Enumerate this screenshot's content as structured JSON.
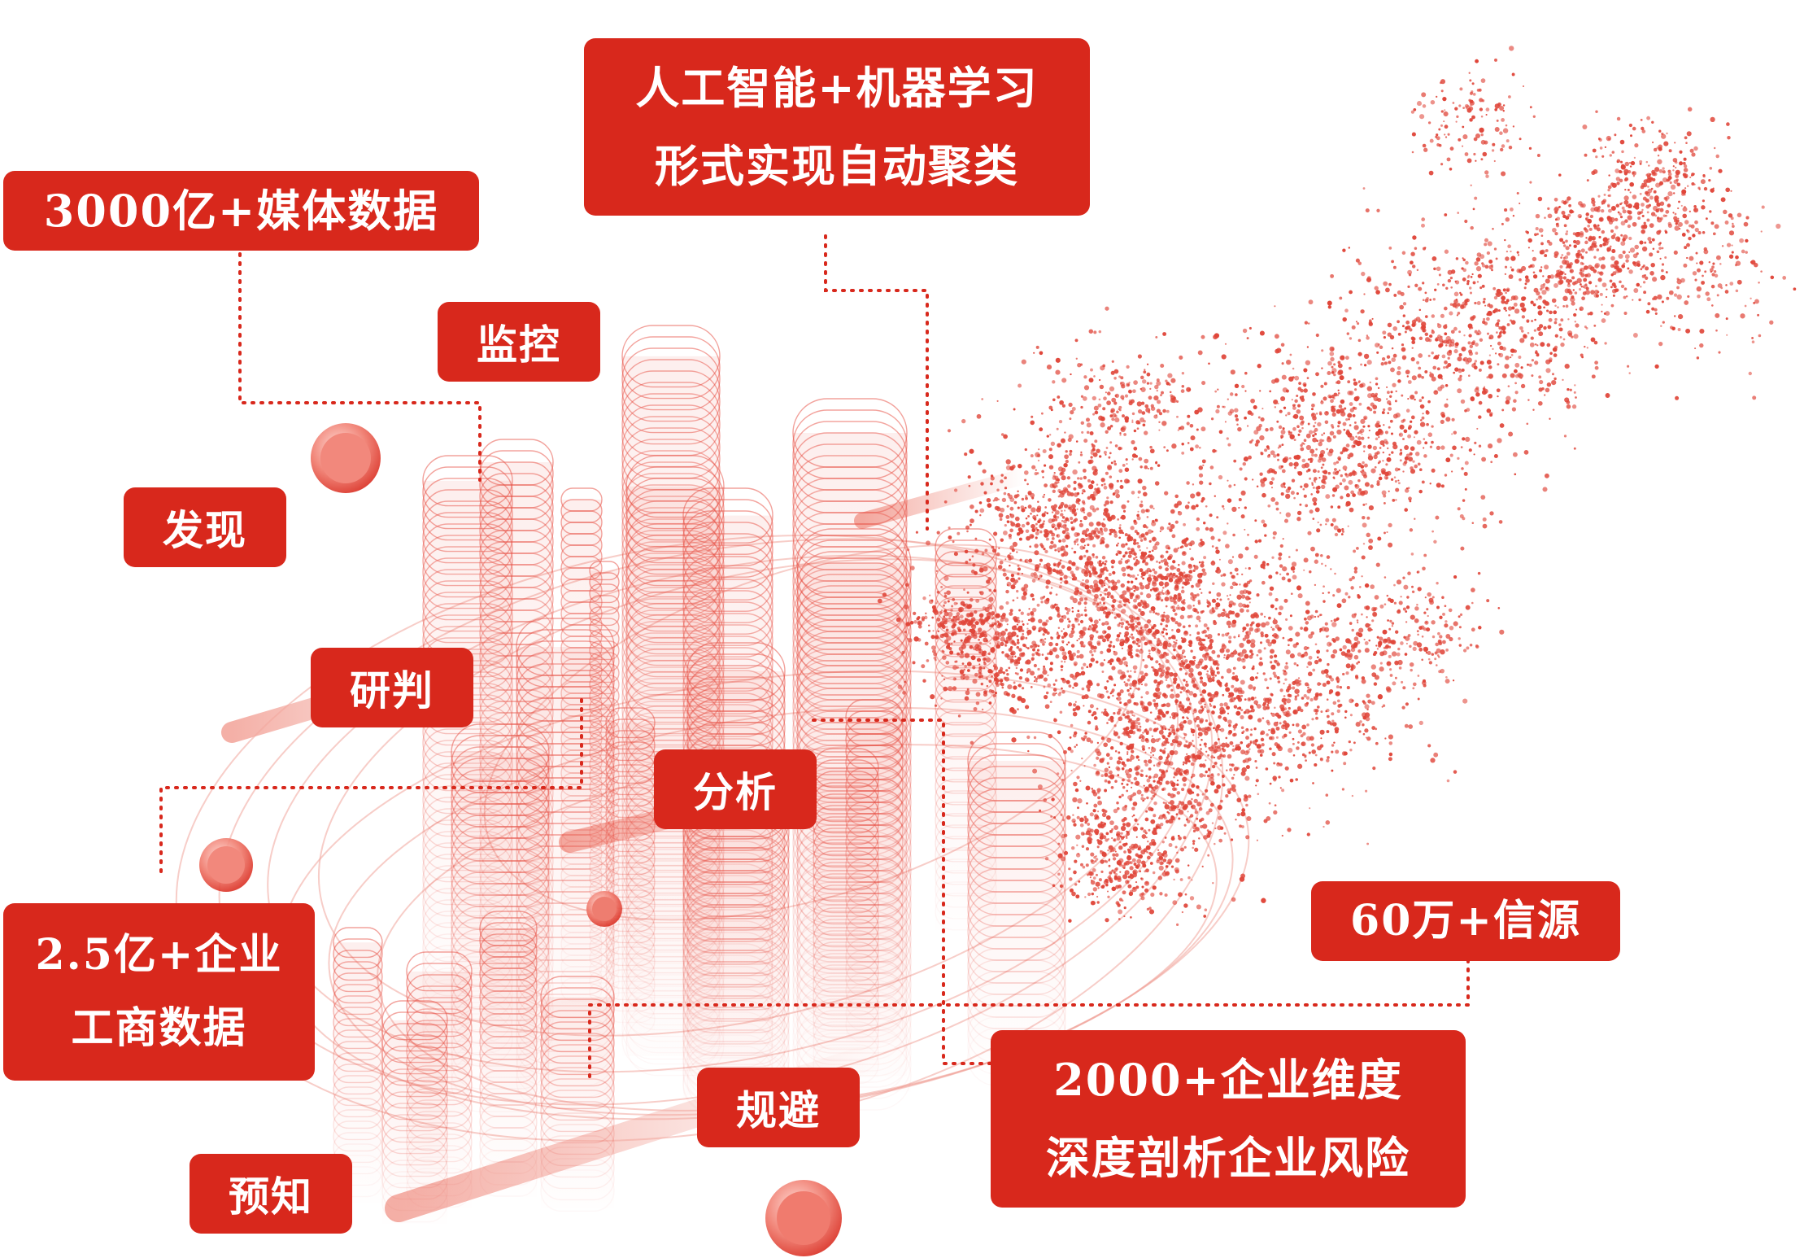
{
  "labels": {
    "ai_line1": "人工智能+机器学习",
    "ai_line2": "形式实现自动聚类",
    "media_data": "3000亿+媒体数据",
    "monitor": "监控",
    "discover": "发现",
    "research": "研判",
    "analyze": "分析",
    "enterprise_line1": "2.5亿+企业",
    "enterprise_line2": "工商数据",
    "avoid": "规避",
    "foresee": "预知",
    "sources": "60万+信源",
    "dims_line1": "2000+企业维度",
    "dims_line2": "深度剖析企业风险"
  },
  "colors": {
    "tag_background": "#d8281c",
    "tag_text": "#ffffff",
    "accent_light": "#f08a7e",
    "particles": "#e0463a"
  }
}
